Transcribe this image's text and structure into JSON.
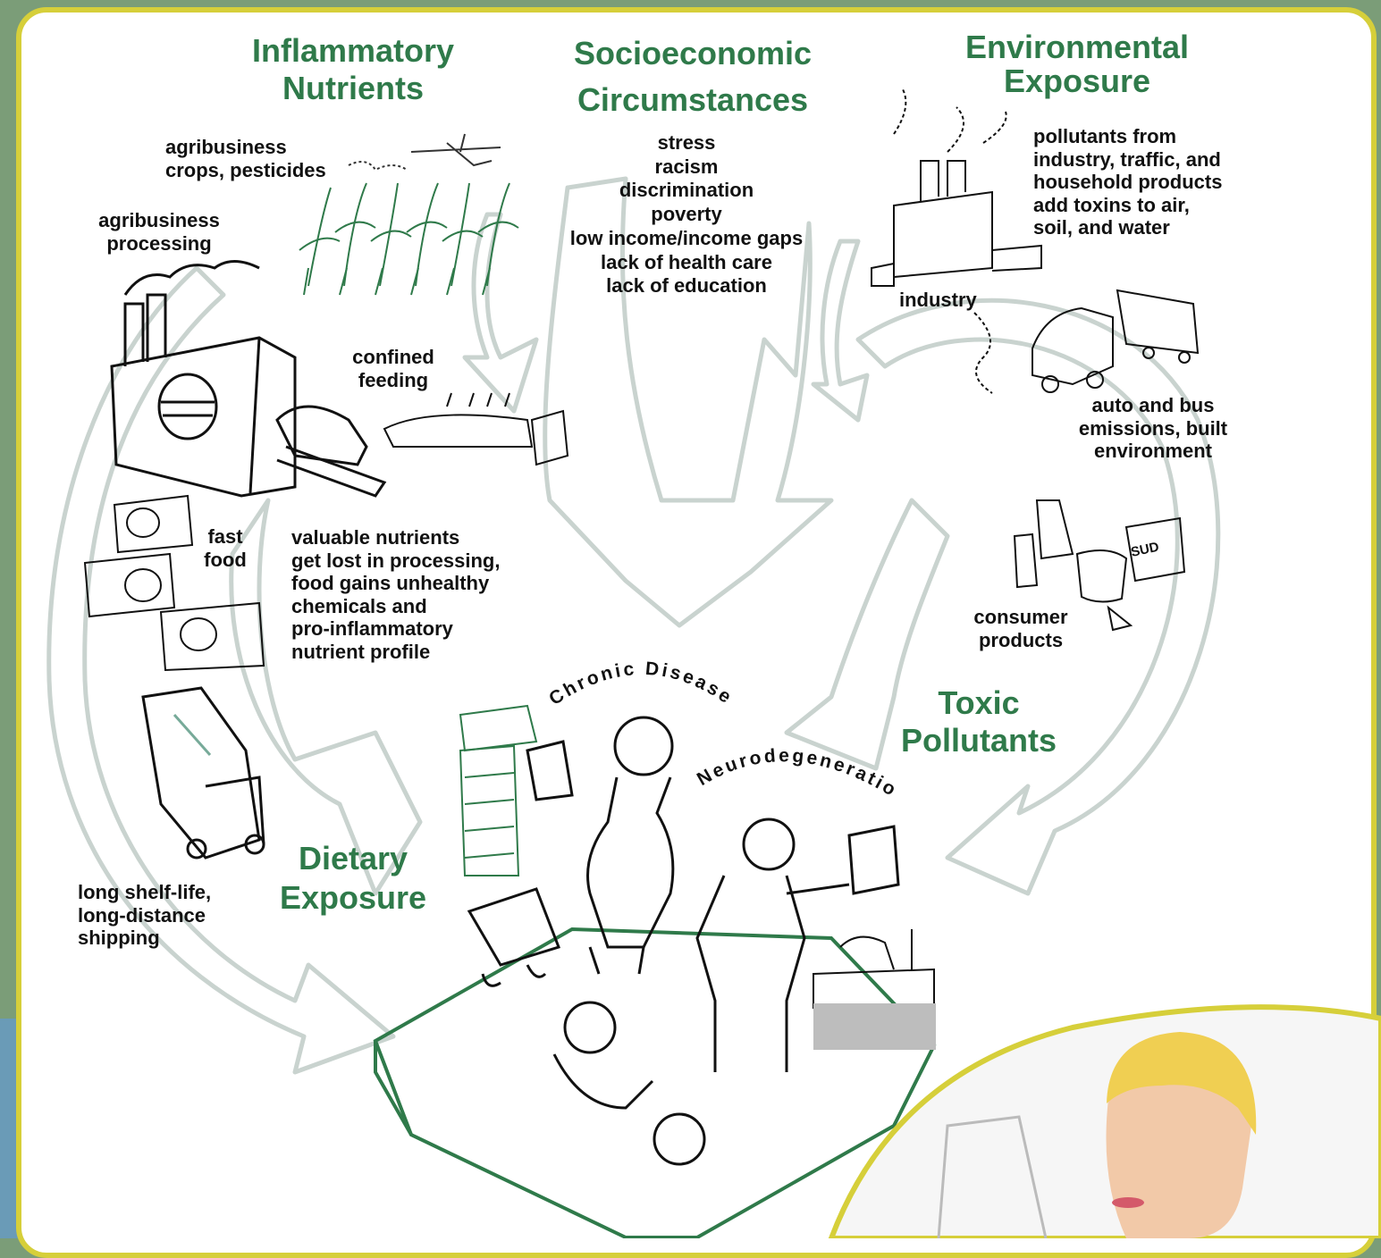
{
  "headings": {
    "inflammatory": [
      "Inflammatory",
      "Nutrients"
    ],
    "socioeconomic": [
      "Socioeconomic",
      "Circumstances"
    ],
    "environmental": [
      "Environmental",
      "Exposure"
    ],
    "dietary": [
      "Dietary",
      "Exposure"
    ],
    "toxic": [
      "Toxic",
      "Pollutants"
    ]
  },
  "labels": {
    "agri_crops": [
      "agribusiness",
      "crops, pesticides"
    ],
    "agri_processing": [
      "agribusiness",
      "processing"
    ],
    "confined": [
      "confined",
      "feeding"
    ],
    "fast_food": [
      "fast",
      "food"
    ],
    "nutrients_lost": [
      "valuable nutrients",
      "get lost in processing,",
      "food gains unhealthy",
      "chemicals and",
      "pro-inflammatory",
      "nutrient profile"
    ],
    "shelf_life": [
      "long shelf-life,",
      "long-distance",
      "shipping"
    ],
    "socio_factors": [
      "stress",
      "racism",
      "discrimination",
      "poverty",
      "low income/income gaps",
      "lack of health care",
      "lack of education"
    ],
    "pollutants": [
      "pollutants from",
      "industry, traffic, and",
      "household products",
      "add toxins to air,",
      "soil, and water"
    ],
    "industry": "industry",
    "auto_bus": [
      "auto and bus",
      "emissions, built",
      "environment"
    ],
    "consumer": [
      "consumer",
      "products"
    ],
    "chronic": "Chronic Disease",
    "neuro": "Neurodegeneration",
    "box_text": "SUD"
  },
  "colors": {
    "heading_green": "#2f7a4a",
    "frame_yellow": "#d6cf3a",
    "background_green": "#7b9d78",
    "arrow_gray": "#c9d3cf"
  }
}
